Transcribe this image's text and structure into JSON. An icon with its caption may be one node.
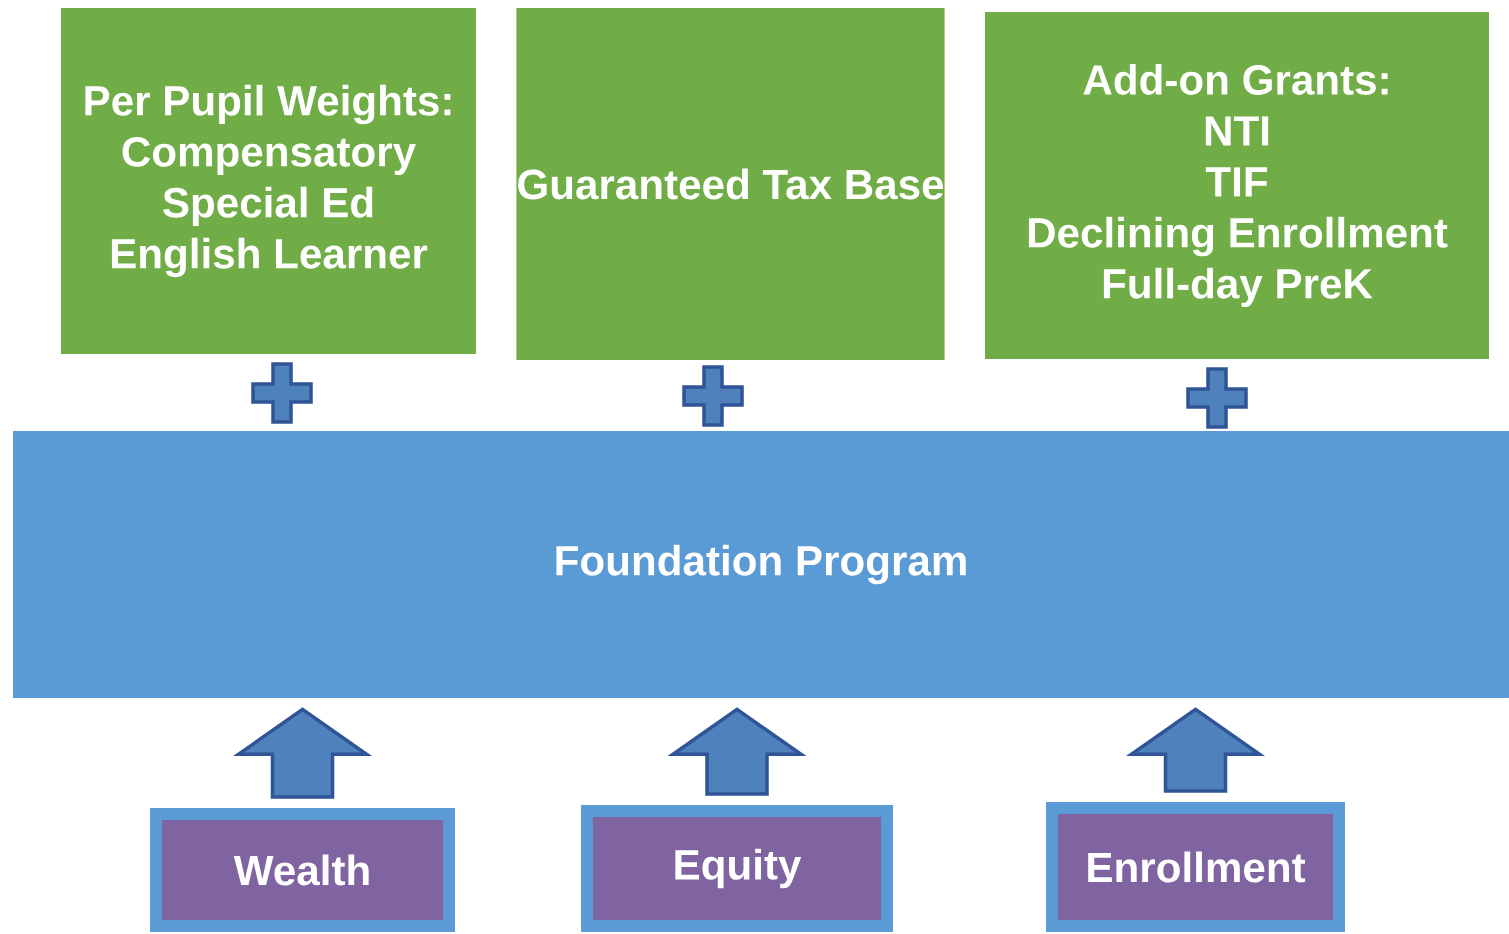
{
  "diagram": {
    "nodes": [
      {
        "text": [
          "Per Pupil Weights:",
          "Compensatory",
          "Special Ed",
          "English Learner"
        ]
      },
      {
        "text": [
          "Guaranteed Tax Base"
        ]
      },
      {
        "text": [
          "Add-on Grants:",
          "NTI",
          "TIF",
          "Declining Enrollment",
          "Full-day PreK"
        ]
      },
      {
        "text": [
          "Foundation Program"
        ]
      },
      {
        "text": [
          "Wealth"
        ]
      },
      {
        "text": [
          "Equity"
        ]
      },
      {
        "text": [
          "Enrollment"
        ]
      }
    ],
    "edges": [
      {
        "from": 4,
        "to": 3,
        "arrow": "to"
      },
      {
        "from": 5,
        "to": 3,
        "arrow": "to"
      },
      {
        "from": 6,
        "to": 3,
        "arrow": "to"
      }
    ]
  }
}
